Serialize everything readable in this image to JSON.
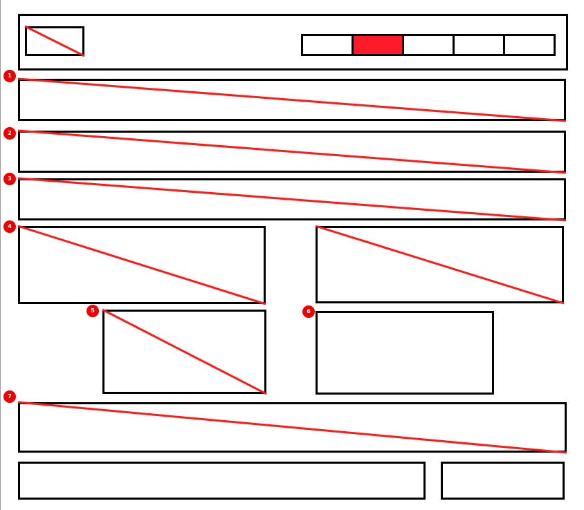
{
  "colors": {
    "outline": "#000000",
    "placeholder_cross": "#ff1a1a",
    "nav_active": "#ff1a2a",
    "badge": "#ee0000",
    "background": "#ffffff"
  },
  "header": {
    "logo_icon": "image-placeholder-icon",
    "nav": {
      "item_count": 5,
      "active_index": 1,
      "items": [
        "",
        "",
        "",
        "",
        ""
      ]
    }
  },
  "sections": {
    "s1": {
      "badge": "1",
      "icon": "image-placeholder-icon"
    },
    "s2": {
      "badge": "2",
      "icon": "image-placeholder-icon"
    },
    "s3": {
      "badge": "3",
      "icon": "image-placeholder-icon"
    },
    "s4": {
      "badge": "4",
      "icon": "image-placeholder-icon"
    },
    "s5": {
      "badge": "5",
      "icon": "image-placeholder-icon"
    },
    "s6": {
      "badge": "6",
      "icon": ""
    },
    "s7": {
      "badge": "7",
      "icon": "image-placeholder-icon"
    }
  },
  "footer": {
    "left": "",
    "right": ""
  }
}
